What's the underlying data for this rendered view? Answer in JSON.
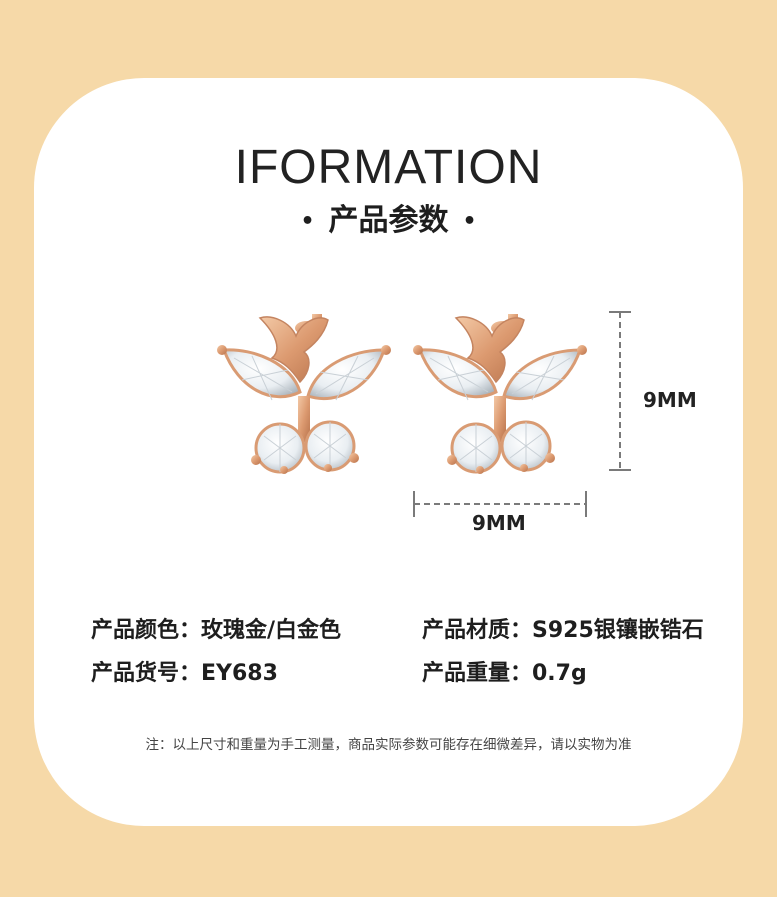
{
  "header": {
    "title": "IFORMATION",
    "subtitle": "产品参数",
    "bullet": "•"
  },
  "product": {
    "image_icon": "butterfly-earrings-image"
  },
  "dimensions": {
    "height_label": "9MM",
    "width_label": "9MM"
  },
  "specs": {
    "color": "产品颜色：玫瑰金/白金色",
    "material": "产品材质：S925银镶嵌锆石",
    "item_no": "产品货号：EY683",
    "weight": "产品重量：0.7g"
  },
  "note": "注：以上尺寸和重量为手工测量，商品实际参数可能存在细微差异，请以实物为准",
  "colors": {
    "background": "#f6d9a8",
    "card": "#ffffff",
    "gold": "#e2a27a"
  }
}
